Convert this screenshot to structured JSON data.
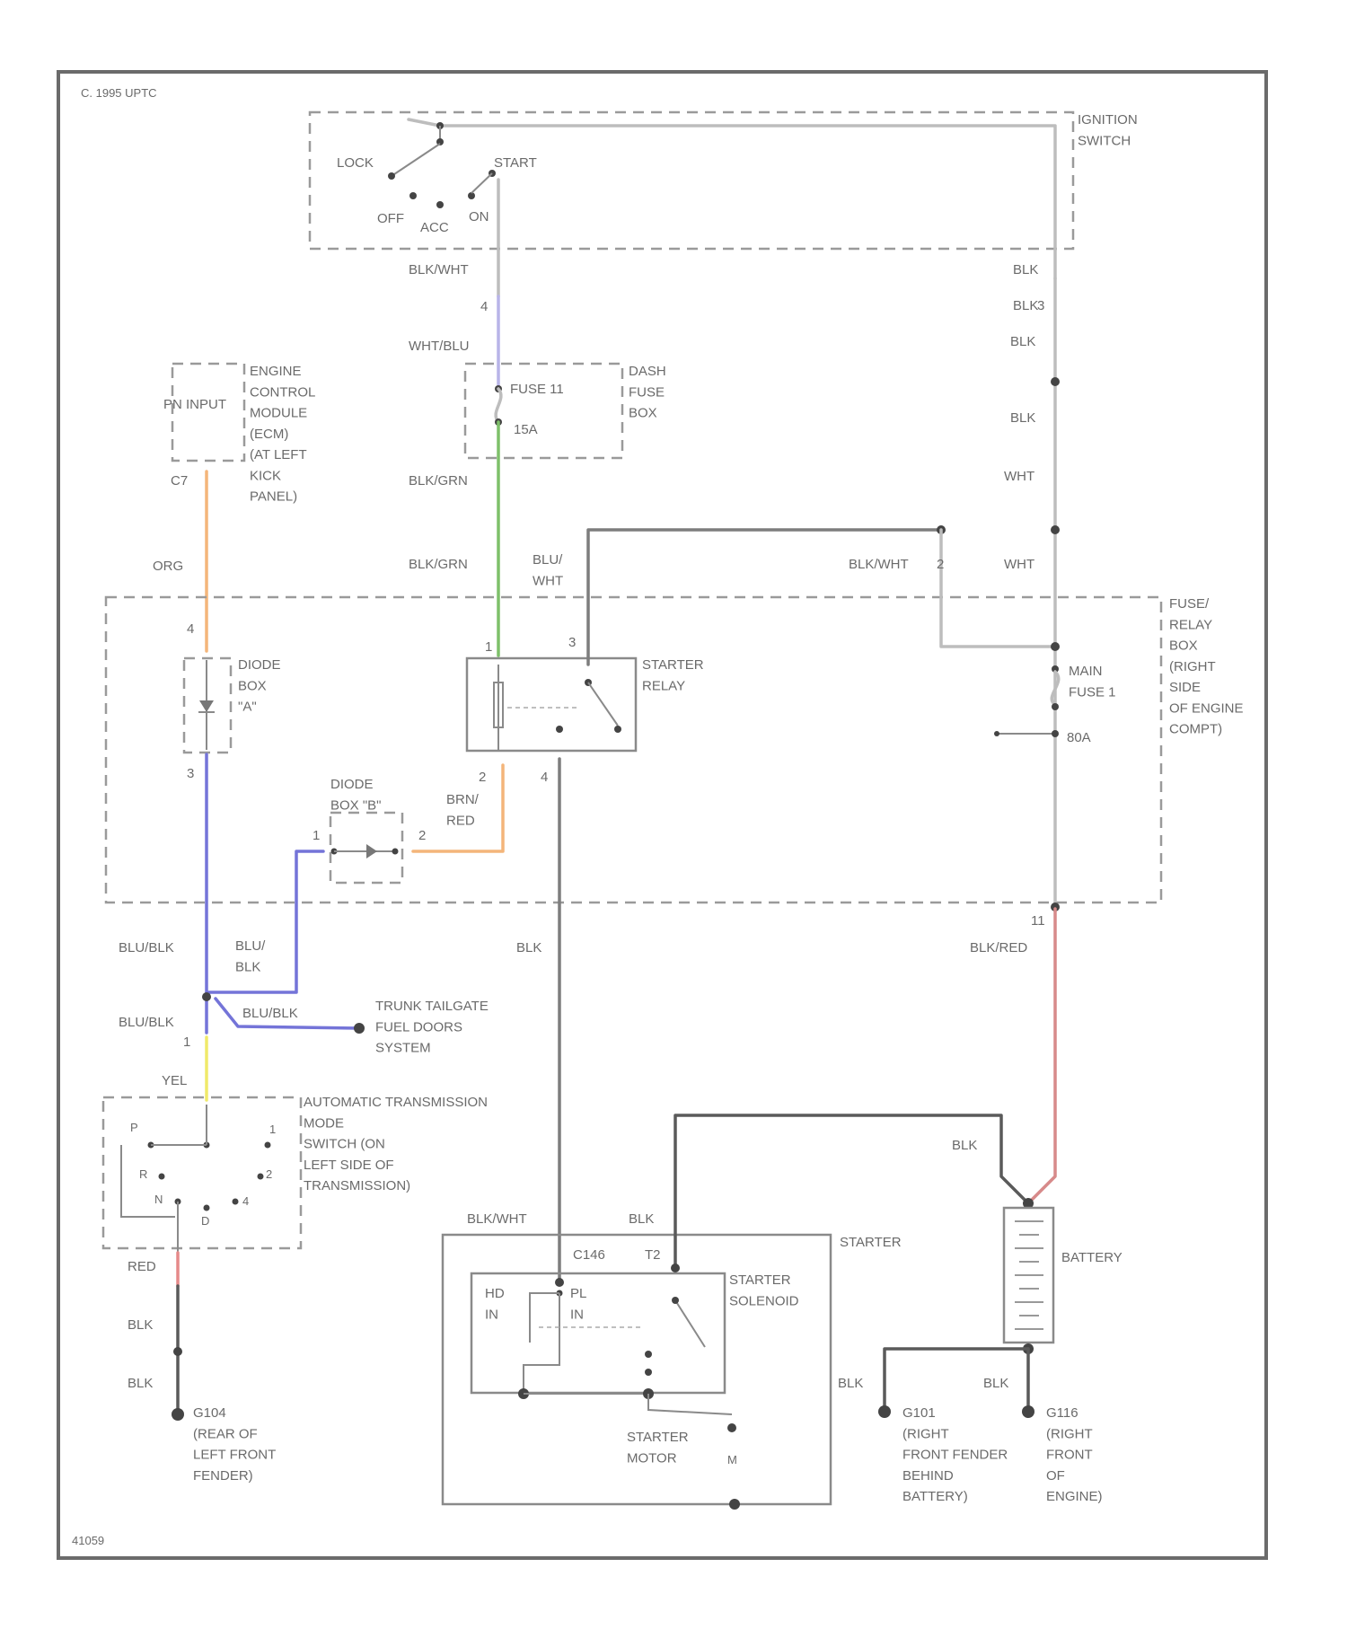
{
  "copyright": "C. 1995 UPTC",
  "figure_id": "41059",
  "colors": {
    "purple": "#b8b4e8",
    "green": "#7ec06a",
    "orange": "#f4b57a",
    "blue": "#7474d8",
    "yellow": "#f0ea6a",
    "red": "#d78a8a",
    "pink": "#e58a8a"
  },
  "ignition_switch": {
    "name": "IGNITION\nSWITCH",
    "positions": [
      "LOCK",
      "START",
      "OFF",
      "ACC",
      "ON"
    ],
    "out_wire": "BLK/WHT",
    "in_wire": "BLK"
  },
  "ecm": {
    "name": "ENGINE\nCONTROL\nMODULE\n(ECM)\n(AT LEFT\nKICK\nPANEL)",
    "pin_label": "PN INPUT",
    "pin": "C7",
    "wire": "ORG"
  },
  "dash_fuse_box": {
    "name": "DASH\nFUSE\nBOX",
    "fuse": "FUSE 11",
    "rating": "15A",
    "in_wire": "WHT/BLU",
    "in_pin": "4",
    "out_wire": "BLK/GRN"
  },
  "underhood": {
    "name": "FUSE/\nRELAY\nBOX\n(RIGHT\nSIDE\nOF ENGINE\nCOMPT)",
    "main_fuse": "MAIN\nFUSE 1",
    "main_fuse_rating": "80A",
    "in_pin": "3",
    "out_pin": "11"
  },
  "starter_relay": {
    "name": "STARTER\nRELAY",
    "pins": [
      "1",
      "3",
      "2",
      "4"
    ],
    "wires": [
      "BLK/GRN",
      "BLU/\nWHT",
      "BRN/\nRED",
      "BLK"
    ]
  },
  "diode_a": {
    "name": "DIODE\nBOX\n\"A\"",
    "pins": [
      "4",
      "3"
    ]
  },
  "diode_b": {
    "name": "DIODE\nBOX \"B\"",
    "pins": [
      "1",
      "2"
    ]
  },
  "right_column_wires": [
    "BLK",
    "BLK",
    "BLK",
    "WHT",
    "WHT",
    "BLK/WHT"
  ],
  "right_pin": "2",
  "lower_wires": {
    "blu_blk_1": "BLU/BLK",
    "blu_blk_2": "BLU/BLK",
    "blu_blk_3": "BLU/\nBLK",
    "blu_blk_4": "BLU/BLK",
    "blk": "BLK",
    "blk_red": "BLK/RED",
    "yel": "YEL",
    "red": "RED",
    "pin_1": "1"
  },
  "trunk_destination": "TRUNK TAILGATE\nFUEL DOORS\nSYSTEM",
  "atx_switch": {
    "name": "AUTOMATIC TRANSMISSION\nMODE\nSWITCH (ON\nLEFT SIDE OF\nTRANSMISSION)",
    "positions": [
      "P",
      "1",
      "R",
      "2",
      "N",
      "D",
      "4"
    ]
  },
  "ground_left": {
    "wires": [
      "BLK",
      "BLK"
    ],
    "name": "G104\n(REAR OF\nLEFT FRONT\nFENDER)"
  },
  "starter": {
    "name": "STARTER",
    "solenoid": "STARTER\nSOLENOID",
    "motor": "STARTER\nMOTOR",
    "connector": "C146",
    "t2": "T2",
    "hd_in": "HD\nIN",
    "pl_in": "PL\nIN",
    "wire_blk_wht": "BLK/WHT",
    "wire_blk": "BLK"
  },
  "battery": {
    "name": "BATTERY",
    "wire_top": "BLK",
    "wire_ground": "BLK",
    "wire_g2": "BLK"
  },
  "ground_g101": "G101\n(RIGHT\nFRONT FENDER\nBEHIND\nBATTERY)",
  "ground_g116": "G116\n(RIGHT\nFRONT\nOF\nENGINE)"
}
